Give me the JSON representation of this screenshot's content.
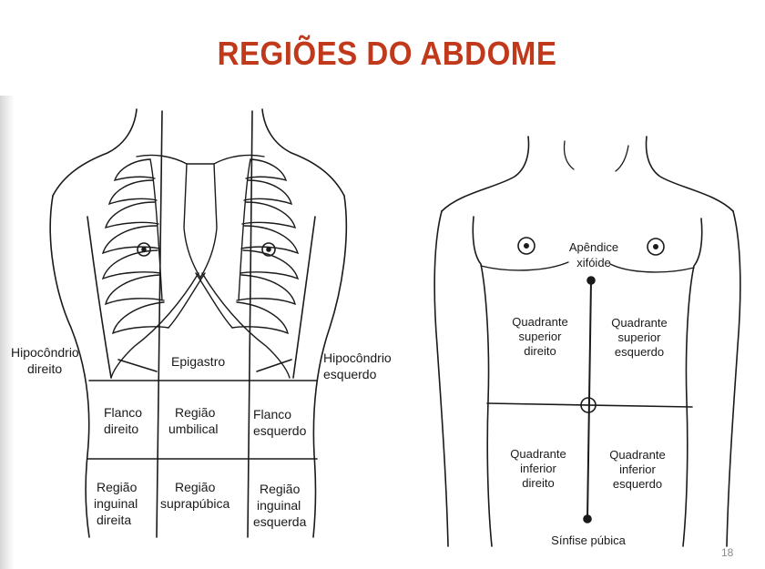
{
  "title": "REGIÕES DO ABDOME",
  "page_number": "18",
  "colors": {
    "title": "#c0391b",
    "lines": "#1a1a1a"
  },
  "left_figure": {
    "hipocondrio_direito": [
      "Hipocôndrio",
      "direito"
    ],
    "epigastro": "Epigastro",
    "hipocondrio_esquerdo": [
      "Hipocôndrio",
      "esquerdo"
    ],
    "flanco_direito": [
      "Flanco",
      "direito"
    ],
    "regiao_umbilical": [
      "Região",
      "umbilical"
    ],
    "flanco_esquerdo": [
      "Flanco",
      "esquerdo"
    ],
    "regiao_inguinal_direita": [
      "Região",
      "inguinal",
      "direita"
    ],
    "regiao_suprapubica": [
      "Região",
      "suprapúbica"
    ],
    "regiao_inguinal_esquerda": [
      "Região",
      "inguinal",
      "esquerda"
    ]
  },
  "right_figure": {
    "apendice_xifoide": [
      "Apêndice",
      "xifóide"
    ],
    "quadrante_superior_direito": [
      "Quadrante",
      "superior",
      "direito"
    ],
    "quadrante_superior_esquerdo": [
      "Quadrante",
      "superior",
      "esquerdo"
    ],
    "quadrante_inferior_direito": [
      "Quadrante",
      "inferior",
      "direito"
    ],
    "quadrante_inferior_esquerdo": [
      "Quadrante",
      "inferior",
      "esquerdo"
    ],
    "sinfise_pubica": "Sínfise púbica"
  }
}
